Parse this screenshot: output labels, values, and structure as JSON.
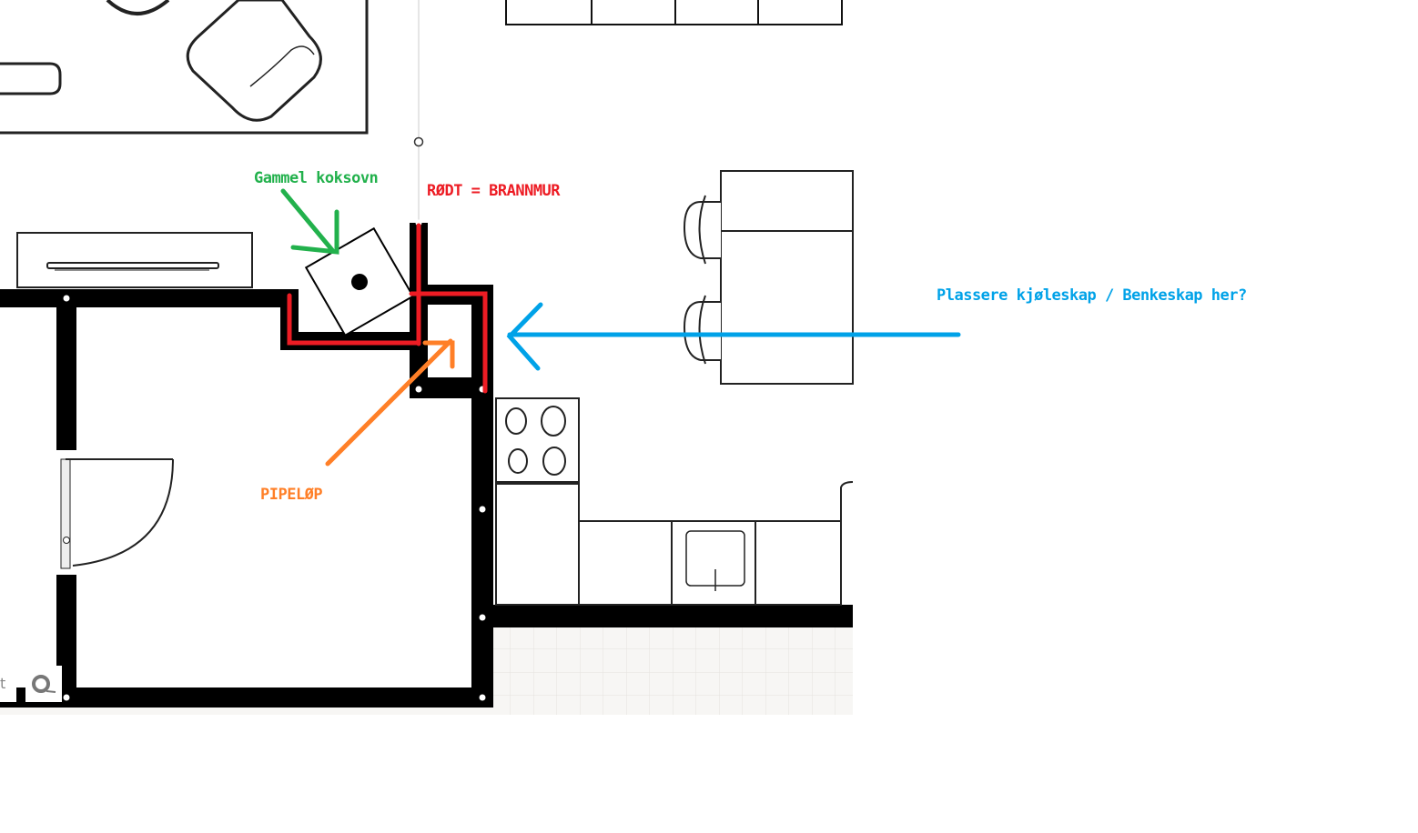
{
  "annotations": {
    "stove_label": "Gammel koksovn",
    "firewall_label": "RØDT = BRANNMUR",
    "chimney_label": "PIPELØP",
    "question_label": "Plassere kjøleskap / Benkeskap her?"
  },
  "search_widget": {
    "partial_text": "t"
  },
  "colors": {
    "green": "#22b14c",
    "red": "#ed1c24",
    "blue": "#00a2e8",
    "orange": "#ff7f27",
    "wall": "#000000"
  }
}
